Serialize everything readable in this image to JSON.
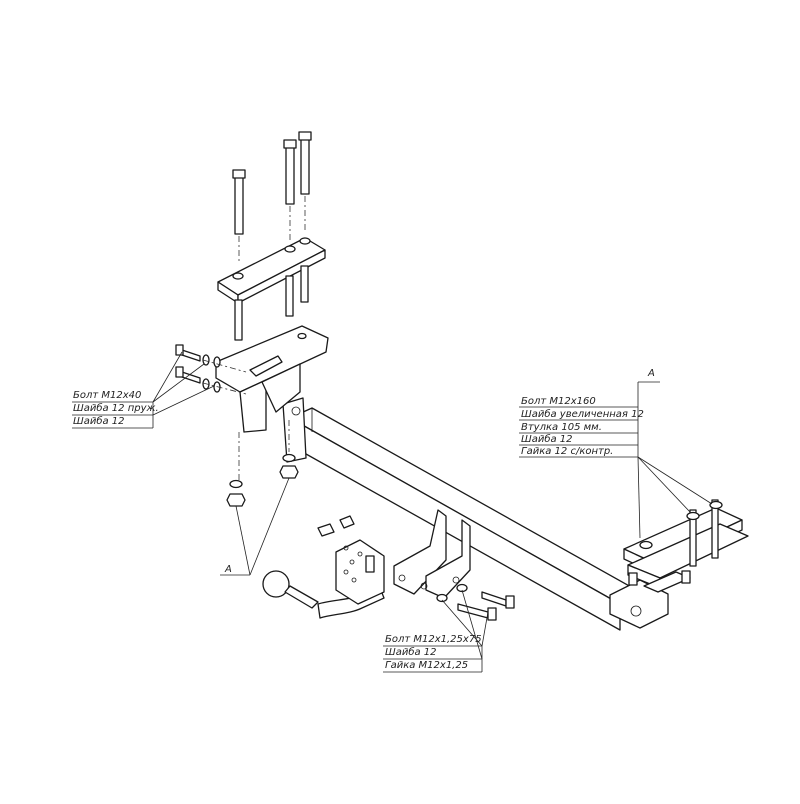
{
  "callouts": {
    "left": {
      "rows": [
        "Болт М12х40",
        "Шайба 12 пруж.",
        "Шайба 12"
      ]
    },
    "right": {
      "rows": [
        "Болт М12х160",
        "Шайба увеличенная 12",
        "Втулка 105 мм.",
        "Шайба 12",
        "Гайка 12 с/контр."
      ]
    },
    "bottom": {
      "rows": [
        "Болт М12х1,25х75",
        "Шайба 12",
        "Гайка М12х1,25"
      ]
    }
  },
  "markers": {
    "a_top_right": "А",
    "a_bottom_left": "А"
  }
}
